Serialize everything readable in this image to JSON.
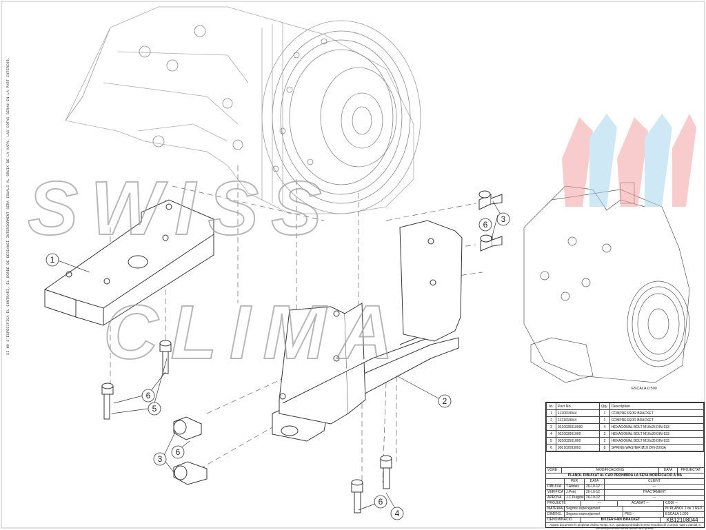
{
  "watermark": {
    "line1": "SWISS",
    "line2": "CLIMA"
  },
  "side_note": "SI NO S'ESPECIFICA EL CONTRARI, EL BORDE DE DESCANSI INTERIORMENT SERA IGUALS AL GRUIX DE LA XAPA. LAS COTAS SERAN EN LA PART INTERIOR.",
  "scale_view_label": "ESCALA 0.500",
  "callouts": [
    "1",
    "2",
    "3",
    "3",
    "4",
    "5",
    "6",
    "6",
    "6"
  ],
  "parts_table": {
    "headers": [
      "Id.",
      "Part No.",
      "Qty.",
      "Description"
    ],
    "rows": [
      [
        "1",
        "1120018044",
        "1",
        "COMPRESSOR BRACKET"
      ],
      [
        "2",
        "1121018044",
        "1",
        "COMPRESSOR BRACKET"
      ],
      [
        "3",
        "9310025010000",
        "4",
        "HEXAGONAL BOLT M10x25 DIN-933"
      ],
      [
        "4",
        "931003001000",
        "2",
        "HEXAGONAL BOLT M10x30 DIN-933"
      ],
      [
        "5",
        "931003501000",
        "2",
        "HEXAGONAL BOLT M10x35 DIN-933"
      ],
      [
        "6",
        "950102093002",
        "8",
        "SPRING WASHER Ø10 DIN-2093A"
      ]
    ]
  },
  "title_block": {
    "revision_headers": {
      "rev": "VORE",
      "modifications": "MODIFICACIONS",
      "date": "DATA",
      "projected": "PROJECTAT"
    },
    "warning": "PLÀNOL DIBUIXAT AL CAD PROHIBIDA LA SEVA MODIFICACIÓ A MÀ",
    "per_label": "PER",
    "data_label": "DATA",
    "client_label": "CLIENT",
    "client_value": "---",
    "tractament_label": "TRACTAMENT",
    "tractament_value": "---",
    "signoffs": [
      {
        "role": "DIBUIXA",
        "name": "T.Atirleis",
        "date": "26-10-12"
      },
      {
        "role": "VERIFICA",
        "name": "J.Petit",
        "date": "26-10-12"
      },
      {
        "role": "APROVA",
        "name": "J.C.Puigdal",
        "date": "26-10-12"
      }
    ],
    "projecte_label": "PROJECTE",
    "projecte_value": "---",
    "acabat_label": "ACABAT",
    "acabat_value": "---",
    "codi_label": "CODI",
    "codi_value": "---",
    "material_label": "MATERIAL",
    "material_value": "Segons especejament",
    "dimens_label": "DIMENS.",
    "dimens_value": "Segons especejament",
    "pes_label": "PES",
    "pes_value": "-",
    "escala_label": "ESCALA",
    "escala_value": "1.000",
    "plano_label": "Nº PLÀNOL",
    "sheet": "1 de 1",
    "rev_label": "REV.",
    "rev_value": "A",
    "denominacio_label": "DENOMINACIÓ",
    "denominacio_value": "BITZER F400 BRACKET",
    "drawing_number": "KB12108044",
    "footer": "Aquest document és propietat d'Oliva Torras, S.A. quedant prohibida la seva reproducció o cessió, total o parcial, a terceres persones sense autorització prèvia."
  },
  "colors": {
    "line": "#333333",
    "hidden_line": "#555555",
    "watermark_red": "#f4a3a3",
    "watermark_blue": "#a9d6f0"
  }
}
